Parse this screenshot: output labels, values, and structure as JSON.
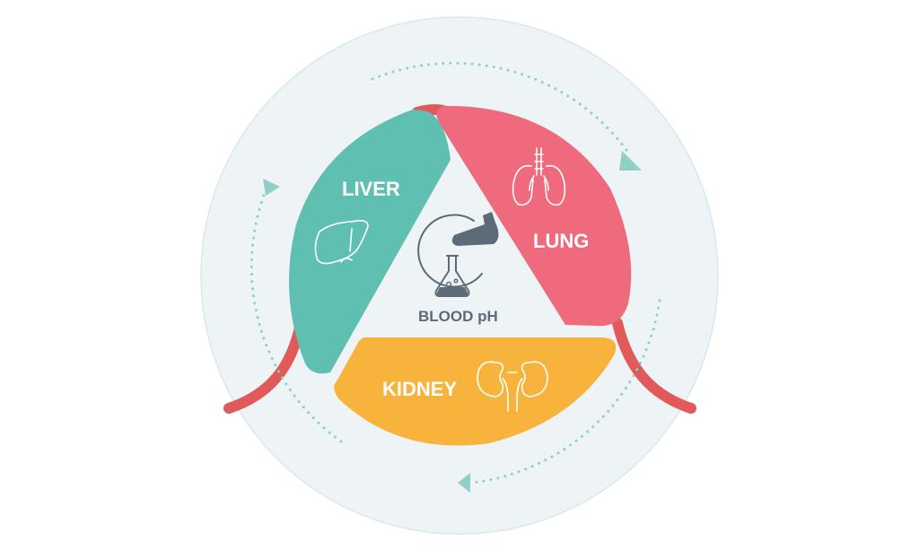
{
  "diagram": {
    "center_label": "BLOOD pH",
    "segments": [
      {
        "id": "liver",
        "label": "LIVER",
        "color": "#5fbfb0",
        "icon": "liver-icon"
      },
      {
        "id": "lung",
        "label": "LUNG",
        "color": "#ee6a7c",
        "icon": "lungs-icon"
      },
      {
        "id": "kidney",
        "label": "KIDNEY",
        "color": "#f7b33b",
        "icon": "kidneys-icon"
      }
    ],
    "colors": {
      "outer_circle": "#eef4f6",
      "blood_vessel": "#e05a5a",
      "cycle_arrows": "#8fcfc8",
      "center_text": "#5d6b78"
    },
    "center_icon": "chemistry-flasks-icon"
  }
}
